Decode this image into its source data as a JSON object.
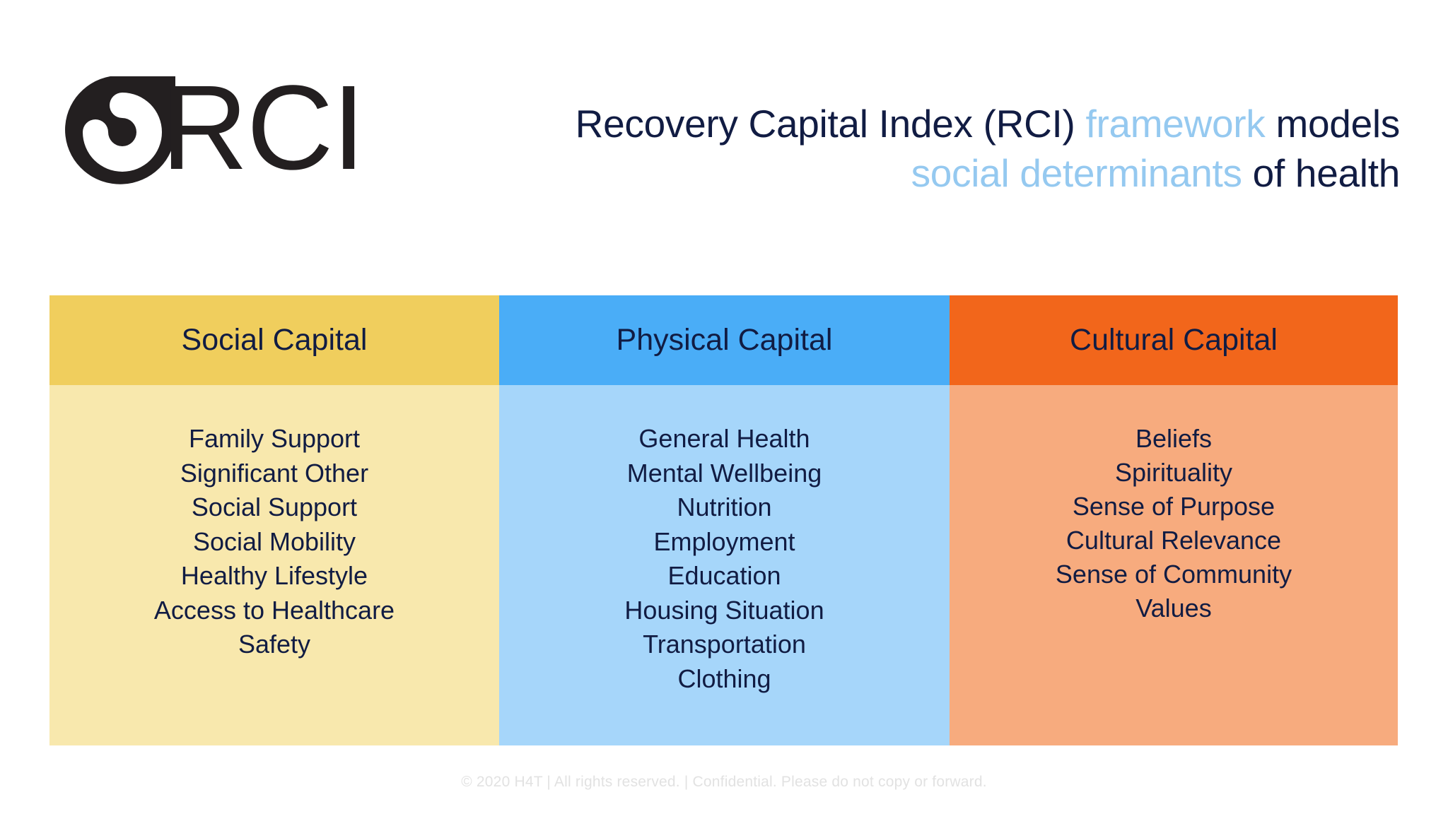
{
  "brand": {
    "logo_icon": "rci-spiral-circle-logo",
    "wordmark": "RCI"
  },
  "headline": {
    "line1_part1": "Recovery Capital Index (RCI) ",
    "line1_accent": "framework",
    "line1_part2": " models",
    "line2_accent": "social determinants",
    "line2_part2": " of health"
  },
  "colors": {
    "social_header": "#f0ce5d",
    "social_body": "#f8e8ad",
    "physical_header": "#4aadf7",
    "physical_body": "#a6d6fa",
    "cultural_header": "#f2661b",
    "cultural_body": "#f7ab7e",
    "text_navy": "#111c43",
    "accent_light_blue": "#95c9f0",
    "footer_gray": "#e2e2e2"
  },
  "columns": [
    {
      "header": "Social Capital",
      "items": [
        "Family Support",
        "Significant Other",
        "Social Support",
        "Social Mobility",
        "Healthy Lifestyle",
        "Access to Healthcare",
        "Safety"
      ]
    },
    {
      "header": "Physical Capital",
      "items": [
        "General Health",
        "Mental Wellbeing",
        "Nutrition",
        "Employment",
        "Education",
        "Housing Situation",
        "Transportation",
        "Clothing"
      ]
    },
    {
      "header": "Cultural Capital",
      "items": [
        "Beliefs",
        "Spirituality",
        "Sense of Purpose",
        "Cultural Relevance",
        "Sense of Community",
        "Values"
      ]
    }
  ],
  "footer": {
    "text": "© 2020 H4T | All rights reserved.  |  Confidential. Please do not copy or forward."
  }
}
